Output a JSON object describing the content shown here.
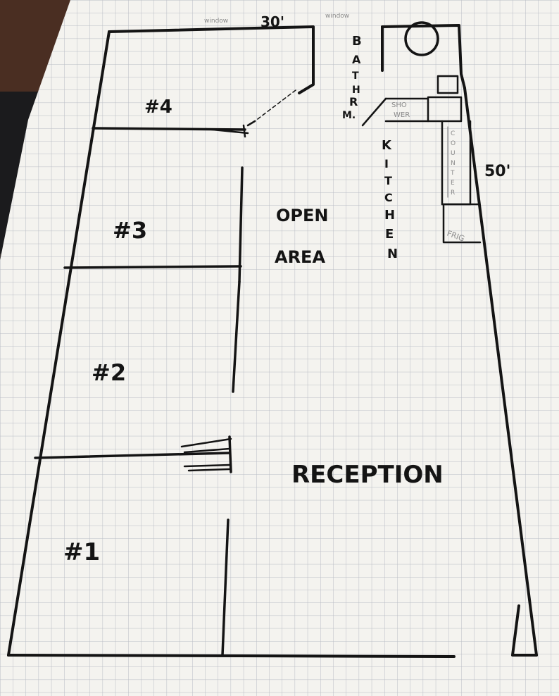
{
  "dimensions": {
    "width_label": "30'",
    "length_label": "50'"
  },
  "rooms": {
    "room4": "#4",
    "room3": "#3",
    "room2": "#2",
    "room1": "#1",
    "open_area_line1": "OPEN",
    "open_area_line2": "AREA",
    "reception": "RECEPTION"
  },
  "fixtures": {
    "bathroom": [
      "B",
      "A",
      "T",
      "H",
      "R",
      "M."
    ],
    "kitchen": [
      "K",
      "I",
      "T",
      "C",
      "H",
      "E",
      "N"
    ],
    "shower": [
      "SHO",
      "WER"
    ],
    "counter": [
      "C",
      "O",
      "U",
      "N",
      "T",
      "E",
      "R"
    ],
    "fridge": "FRIG",
    "window_top_left": "window",
    "window_top_right": "window"
  },
  "colors": {
    "paper": "#f4f3ef",
    "grid": "#b9bcc4",
    "ink": "#141414",
    "backdrop": "#3a3533"
  }
}
